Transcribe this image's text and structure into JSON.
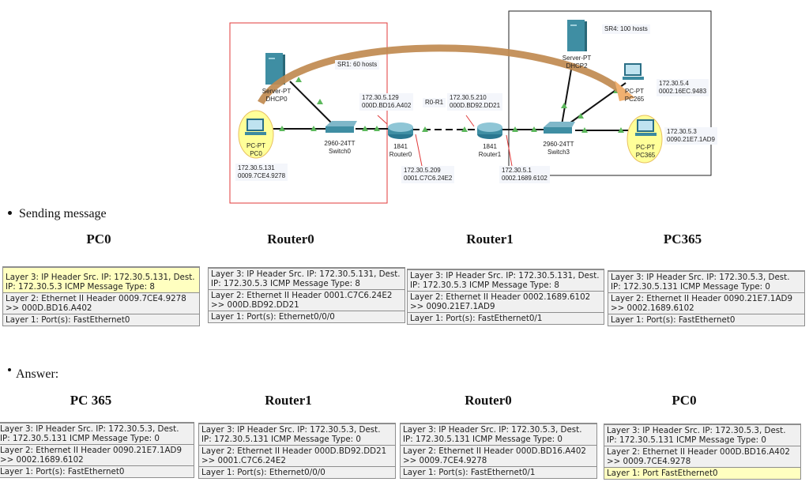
{
  "topology": {
    "areas": [
      {
        "id": "sr1",
        "label": "SR1: 60 hosts",
        "border_color": "#e03a3a"
      },
      {
        "id": "sr4",
        "label": "SR4: 100 hosts",
        "border_color": "#222222"
      }
    ],
    "link_label": "R0-R1",
    "devices": [
      {
        "id": "dhcp0",
        "type": "Server-PT",
        "name": "DHCP0"
      },
      {
        "id": "pc0",
        "type": "PC-PT",
        "name": "PC0",
        "ip": "172.30.5.131",
        "mac": "0009.7CE4.9278"
      },
      {
        "id": "switch0",
        "type": "2960-24TT",
        "name": "Switch0"
      },
      {
        "id": "router0",
        "type": "1841",
        "name": "Router0",
        "if_lan": {
          "ip": "172.30.5.129",
          "mac": "000D.BD16.A402"
        },
        "if_wan": {
          "ip": "172.30.5.209",
          "mac": "0001.C7C6.24E2"
        }
      },
      {
        "id": "router1",
        "type": "1841",
        "name": "Router1",
        "if_wan": {
          "ip": "172.30.5.210",
          "mac": "000D.BD92.DD21"
        },
        "if_lan": {
          "ip": "172.30.5.1",
          "mac": "0002.1689.6102"
        }
      },
      {
        "id": "switch3",
        "type": "2960-24TT",
        "name": "Switch3"
      },
      {
        "id": "dhcp2",
        "type": "Server-PT",
        "name": "DHCP2"
      },
      {
        "id": "pc265",
        "type": "PC-PT",
        "name": "PC265",
        "ip": "172.30.5.4",
        "mac": "0002.16EC.9483"
      },
      {
        "id": "pc365",
        "type": "PC-PT",
        "name": "PC365",
        "ip": "172.30.5.3",
        "mac": "0090.21E7.1AD9"
      }
    ],
    "colors": {
      "link": "#111111",
      "port_up": "#5cb85c",
      "arrow": "#c08a50",
      "highlight": "#ffff99"
    }
  },
  "sending": {
    "heading": "Sending message",
    "columns": [
      {
        "title": "PC0",
        "layers": [
          {
            "text": "Layer 3: IP Header Src. IP: 172.30.5.131, Dest. IP: 172.30.5.3 ICMP Message Type: 8",
            "highlighted": true
          },
          {
            "text": "Layer 2: Ethernet II Header 0009.7CE4.9278 >> 000D.BD16.A402",
            "highlighted": false
          },
          {
            "text": "Layer 1: Port(s): FastEthernet0",
            "highlighted": false
          }
        ]
      },
      {
        "title": "Router0",
        "layers": [
          {
            "text": "Layer 3: IP Header Src. IP: 172.30.5.131, Dest. IP: 172.30.5.3 ICMP Message Type: 8",
            "highlighted": false
          },
          {
            "text": "Layer 2: Ethernet II Header 0001.C7C6.24E2 >> 000D.BD92.DD21",
            "highlighted": false
          },
          {
            "text": "Layer 1: Port(s): Ethernet0/0/0",
            "highlighted": false
          }
        ]
      },
      {
        "title": "Router1",
        "layers": [
          {
            "text": "Layer 3: IP Header Src. IP: 172.30.5.131, Dest. IP: 172.30.5.3 ICMP Message Type: 8",
            "highlighted": false
          },
          {
            "text": "Layer 2: Ethernet II Header 0002.1689.6102 >> 0090.21E7.1AD9",
            "highlighted": false
          },
          {
            "text": "Layer 1: Port(s): FastEthernet0/1",
            "highlighted": false
          }
        ]
      },
      {
        "title": "PC365",
        "layers": [
          {
            "text": "Layer 3: IP Header Src. IP: 172.30.5.3, Dest. IP: 172.30.5.131 ICMP Message Type: 0",
            "highlighted": false
          },
          {
            "text": "Layer 2: Ethernet II Header 0090.21E7.1AD9 >> 0002.1689.6102",
            "highlighted": false
          },
          {
            "text": "Layer 1: Port(s): FastEthernet0",
            "highlighted": false
          }
        ]
      }
    ]
  },
  "answer": {
    "heading": "Answer:",
    "columns": [
      {
        "title": "PC 365",
        "layers": [
          {
            "text": "Layer 3: IP Header Src. IP: 172.30.5.3, Dest. IP: 172.30.5.131 ICMP Message Type: 0",
            "highlighted": false
          },
          {
            "text": "Layer 2: Ethernet II Header 0090.21E7.1AD9 >> 0002.1689.6102",
            "highlighted": false
          },
          {
            "text": "Layer 1: Port(s): FastEthernet0",
            "highlighted": false
          }
        ]
      },
      {
        "title": "Router1",
        "layers": [
          {
            "text": "Layer 3: IP Header Src. IP: 172.30.5.3, Dest. IP: 172.30.5.131 ICMP Message Type: 0",
            "highlighted": false
          },
          {
            "text": "Layer 2: Ethernet II Header 000D.BD92.DD21 >> 0001.C7C6.24E2",
            "highlighted": false
          },
          {
            "text": "Layer 1: Port(s): Ethernet0/0/0",
            "highlighted": false
          }
        ]
      },
      {
        "title": "Router0",
        "layers": [
          {
            "text": "Layer 3: IP Header Src. IP: 172.30.5.3, Dest. IP: 172.30.5.131 ICMP Message Type: 0",
            "highlighted": false
          },
          {
            "text": "Layer 2: Ethernet II Header 000D.BD16.A402 >> 0009.7CE4.9278",
            "highlighted": false
          },
          {
            "text": "Layer 1: Port(s): FastEthernet0/1",
            "highlighted": false
          }
        ]
      },
      {
        "title": "PC0",
        "layers": [
          {
            "text": "Layer 3: IP Header Src. IP: 172.30.5.3, Dest. IP: 172.30.5.131 ICMP Message Type: 0",
            "highlighted": false
          },
          {
            "text": "Layer 2: Ethernet II Header 000D.BD16.A402 >> 0009.7CE4.9278",
            "highlighted": false
          },
          {
            "text": "Layer 1: Port FastEthernet0",
            "highlighted": true
          }
        ]
      }
    ]
  }
}
